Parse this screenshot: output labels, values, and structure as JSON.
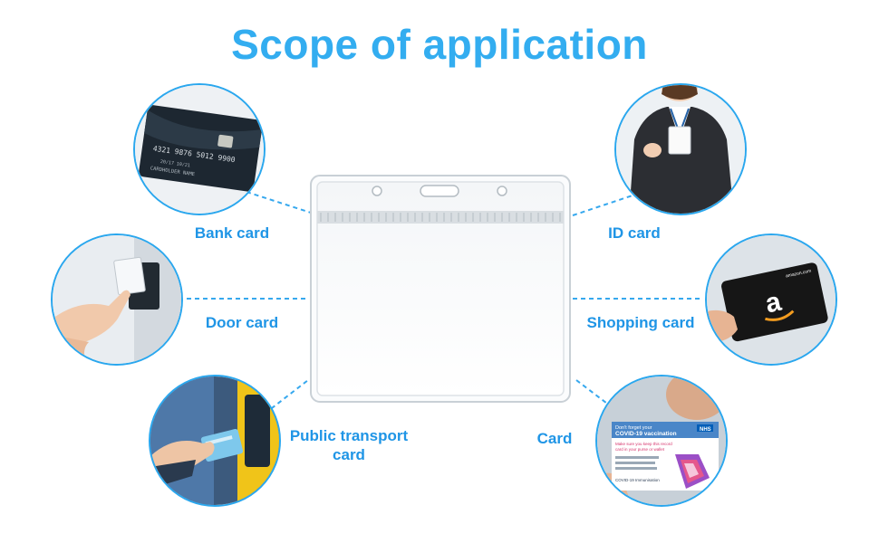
{
  "title": "Scope of application",
  "accent_color": "#33adf0",
  "label_color": "#1f95e6",
  "applications": [
    {
      "id": "bank",
      "label": "Bank card",
      "icon": "bank-card-icon",
      "card_number": "4321 9876 5012 9900",
      "card_date": "20/17 10/21",
      "card_name": "CARDHOLDER NAME"
    },
    {
      "id": "door",
      "label": "Door card",
      "icon": "door-card-icon"
    },
    {
      "id": "transport",
      "label": "Public transport card",
      "label_line1": "Public transport",
      "label_line2": "card",
      "icon": "transport-card-icon"
    },
    {
      "id": "id",
      "label": "ID card",
      "icon": "id-card-icon"
    },
    {
      "id": "shopping",
      "label": "Shopping card",
      "icon": "shopping-card-icon",
      "card_brand": "amazon.com",
      "card_glyph": "a"
    },
    {
      "id": "card",
      "label": "Card",
      "icon": "vaccination-card-icon",
      "card_heading_1": "Don't forget your",
      "card_heading_2": "COVID-19 vaccination",
      "card_line_1": "Make sure you keep this record",
      "card_line_2": "card in your purse or wallet",
      "card_badge": "NHS",
      "card_footer": "COVID-19 Immunisation"
    }
  ],
  "product": {
    "icon": "badge-holder-icon"
  }
}
